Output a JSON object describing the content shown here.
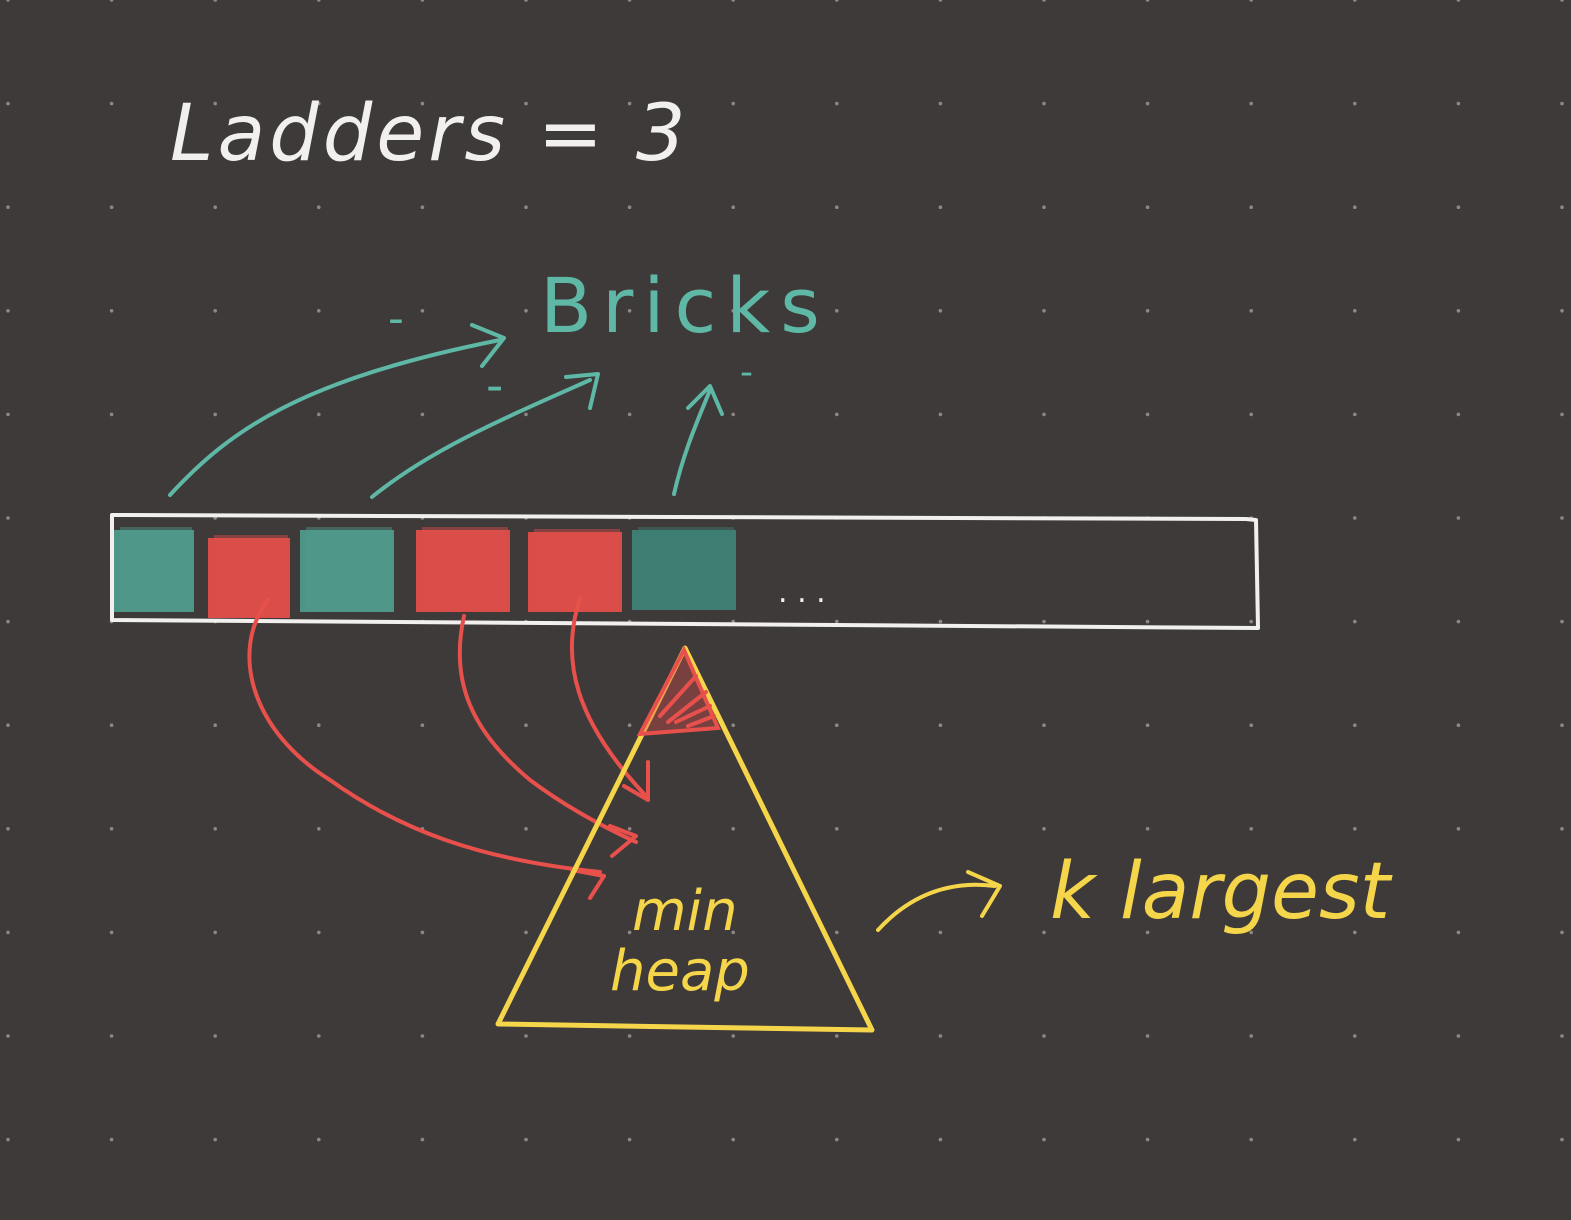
{
  "canvas": {
    "background": "#3d3a39",
    "dot_color": "#8c8884",
    "grid": "dotted"
  },
  "colors": {
    "white": "#f2f0ee",
    "teal": "#5fb8a6",
    "teal_block": "#4f9a8c",
    "teal_block_dark": "#3f7f74",
    "red": "#e8504c",
    "red_block": "#e04e49",
    "yellow": "#f5d54a"
  },
  "labels": {
    "ladders": "Ladders = 3",
    "bricks": "Bricks",
    "ellipsis": ". . .",
    "heap_line1": "min",
    "heap_line2": "heap",
    "k_largest": "k largest",
    "minus_1": "-",
    "minus_2": "-",
    "minus_3": "-"
  },
  "blocks": [
    {
      "kind": "teal"
    },
    {
      "kind": "red"
    },
    {
      "kind": "teal"
    },
    {
      "kind": "red"
    },
    {
      "kind": "red"
    },
    {
      "kind": "teal-dark"
    }
  ]
}
